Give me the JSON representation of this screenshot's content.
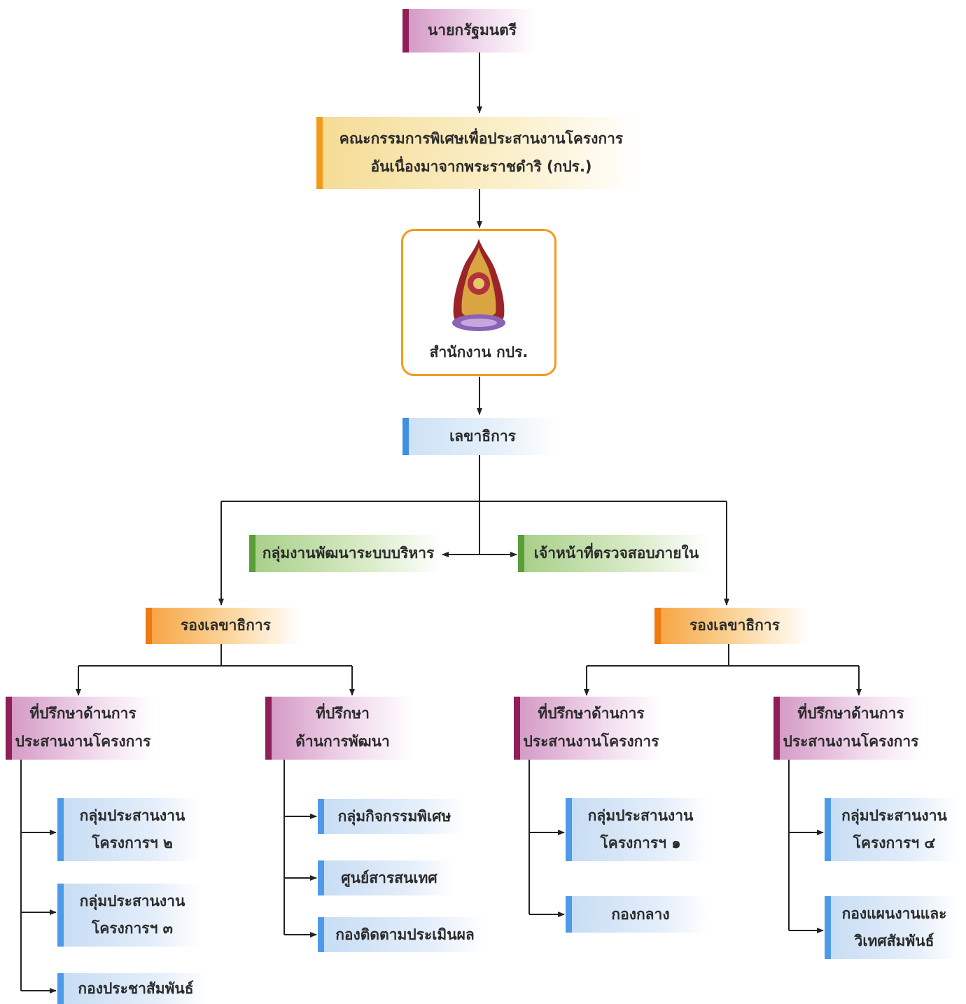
{
  "diagram": {
    "prime_minister": "นายกรัฐมนตรี",
    "committee": {
      "line1": "คณะกรรมการพิเศษเพื่อประสานงานโครงการ",
      "line2": "อันเนื่องมาจากพระราชดำริ (กปร.)"
    },
    "office": "สำนักงาน กปร.",
    "secretary_general": "เลขาธิการ",
    "admin_dev_group": "กลุ่มงานพัฒนาระบบบริหาร",
    "internal_audit": "เจ้าหน้าที่ตรวจสอบภายใน",
    "deputy_left": "รองเลขาธิการ",
    "deputy_right": "รองเลขาธิการ",
    "advisors": [
      {
        "line1": "ที่ปรึกษาด้านการ",
        "line2": "ประสานงานโครงการ"
      },
      {
        "line1": "ที่ปรึกษา",
        "line2": "ด้านการพัฒนา"
      },
      {
        "line1": "ที่ปรึกษาด้านการ",
        "line2": "ประสานงานโครงการ"
      },
      {
        "line1": "ที่ปรึกษาด้านการ",
        "line2": "ประสานงานโครงการ"
      }
    ],
    "units": {
      "coord2": {
        "line1": "กลุ่มประสานงาน",
        "line2": "โครงการฯ ๒"
      },
      "coord3": {
        "line1": "กลุ่มประสานงาน",
        "line2": "โครงการฯ ๓"
      },
      "pr": "กองประชาสัมพันธ์",
      "special": "กลุ่มกิจกรรมพิเศษ",
      "info": "ศูนย์สารสนเทศ",
      "eval": "กองติดตามประเมินผล",
      "coord1": {
        "line1": "กลุ่มประสานงาน",
        "line2": "โครงการฯ ๑"
      },
      "central": "กองกลาง",
      "coord4": {
        "line1": "กลุ่มประสานงาน",
        "line2": "โครงการฯ ๔"
      },
      "plan": {
        "line1": "กองแผนงานและ",
        "line2": "วิเทศสัมพันธ์"
      }
    }
  },
  "colors": {
    "top_accent": "#8e1f58",
    "committee_accent": "#f39a1e",
    "secretary_accent": "#3f8fe2",
    "staff_accent": "#5a9e3a",
    "deputy_accent": "#ee7a10",
    "unit_accent": "#4d9be8",
    "connector": "#222222"
  }
}
